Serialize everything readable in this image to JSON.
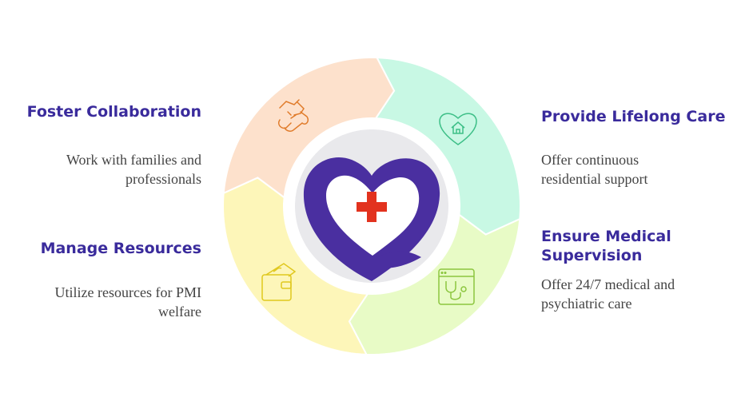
{
  "items": [
    {
      "title": "Foster Collaboration",
      "description": "Work with families and professionals",
      "icon": "handshake-icon",
      "color": "#fde1cc",
      "stroke": "#e07b2a"
    },
    {
      "title": "Provide Lifelong Care",
      "description": "Offer continuous residential support",
      "icon": "heart-house-icon",
      "color": "#c8f8e4",
      "stroke": "#3dbf87"
    },
    {
      "title": "Ensure Medical Supervision",
      "description": "Offer 24/7 medical and psychiatric care",
      "icon": "stethoscope-icon",
      "color": "#e8fbc6",
      "stroke": "#8cc63f"
    },
    {
      "title": "Manage Resources",
      "description": "Utilize resources for PMI welfare",
      "icon": "wallet-icon",
      "color": "#fdf6b9",
      "stroke": "#e0c81e"
    }
  ],
  "center": {
    "icon": "heart-medical-cross-logo",
    "heart_color": "#4a2fa0",
    "cross_color": "#e2321e"
  }
}
